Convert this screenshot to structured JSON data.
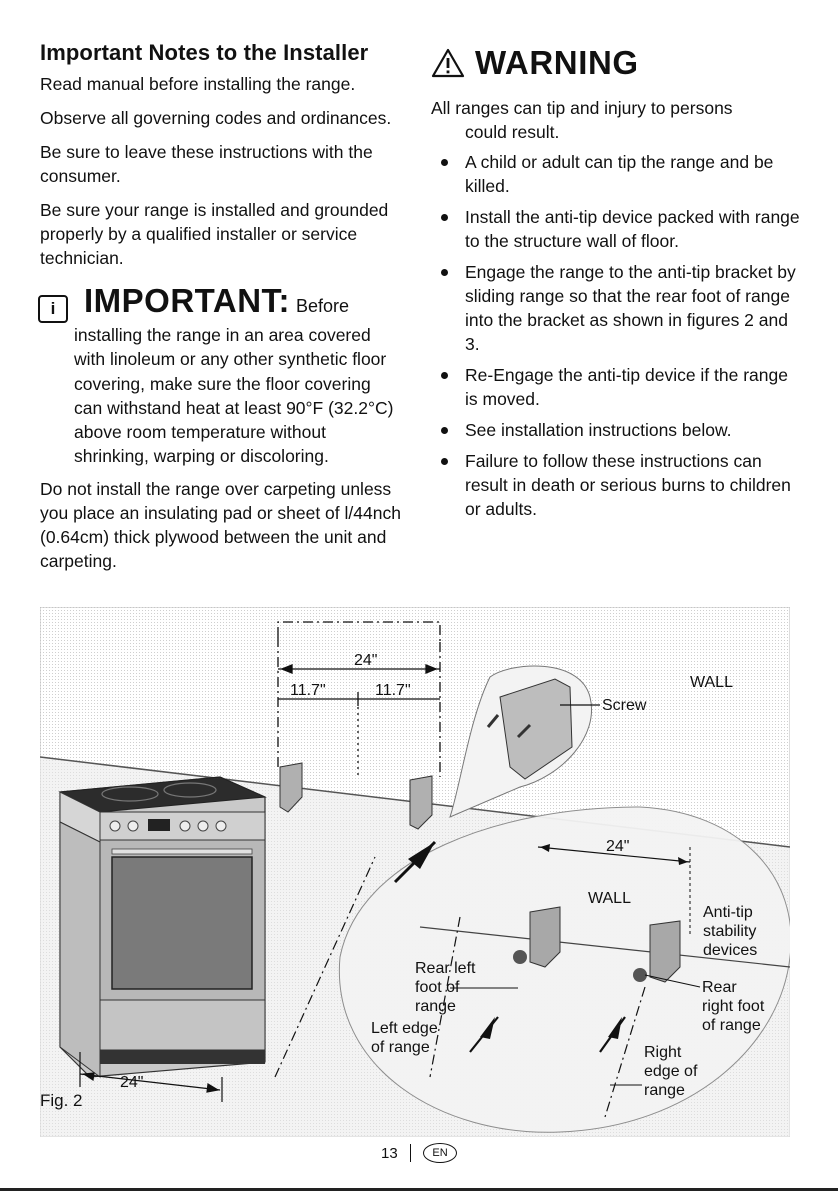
{
  "installer": {
    "heading": "Important Notes to the Installer",
    "paragraphs": [
      "Read manual before installing the range.",
      "Observe all governing codes and ordinances.",
      "Be sure to leave these instructions with the consumer.",
      "Be sure your range is installed and grounded properly by a qualified installer or service technician."
    ]
  },
  "important": {
    "icon": "info-icon",
    "word": "IMPORTANT:",
    "lead": "Before",
    "body": "installing the range in an area covered with linoleum or any other synthetic floor covering, make sure the floor covering can withstand heat at least 90°F (32.2°C) above room temperature without shrinking, warping or discoloring."
  },
  "carpet_note": "Do not install the range over carpeting unless you place an insulating pad or sheet of l/44nch (0.64cm) thick plywood between the unit and carpeting.",
  "warning": {
    "icon": "warning-triangle-icon",
    "word": "WARNING",
    "intro_line1": "All ranges can tip and  injury to persons",
    "intro_line2": "could result.",
    "bullets": [
      "A child or adult can tip the range and be killed.",
      "Install the anti-tip device packed with range to the structure wall of floor.",
      "Engage the range to the anti-tip bracket by sliding range so that the rear foot of range into the bracket as shown in figures 2 and 3.",
      "Re-Engage the anti-tip device if the range is moved.",
      "See installation instructions below.",
      "Failure to follow these instructions can result in death or serious burns to children or adults."
    ]
  },
  "figure": {
    "fig_label": "Fig. 2",
    "dim_total_top": "24\"",
    "dim_half_left": "11.7\"",
    "dim_half_right": "11.7\"",
    "dim_bottom": "24\"",
    "dim_detail": "24\"",
    "wall_top": "WALL",
    "wall_detail": "WALL",
    "screw": "Screw",
    "anti_tip": [
      "Anti-tip",
      "stability",
      "devices"
    ],
    "rear_left": [
      "Rear left",
      "foot of",
      "range"
    ],
    "left_edge": [
      "Left edge",
      "of range"
    ],
    "rear_right": [
      "Rear",
      "right foot",
      "of range"
    ],
    "right_edge": [
      "Right",
      "edge of",
      "range"
    ],
    "colors": {
      "shade": "#e4e4e4",
      "steel": "#bdbdbd",
      "dark": "#2a2a2a"
    }
  },
  "footer": {
    "page_number": "13",
    "language": "EN"
  }
}
